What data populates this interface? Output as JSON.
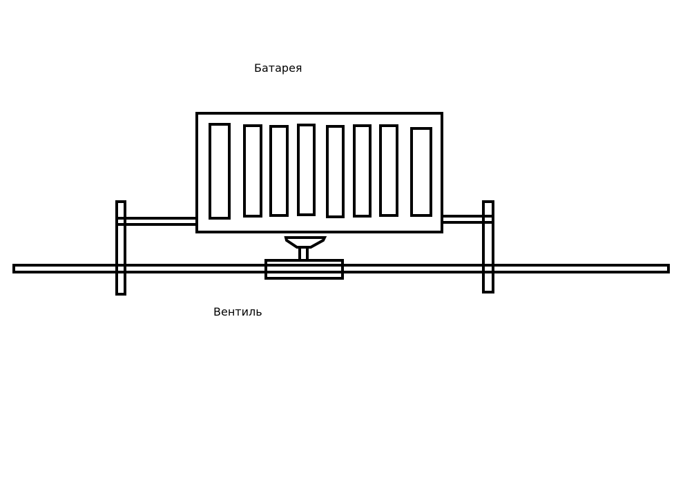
{
  "labels": {
    "battery": "Батарея",
    "valve": "Вентиль"
  },
  "colors": {
    "stroke": "#000000",
    "background": "#ffffff"
  },
  "radiator": {
    "fin_count": 8
  }
}
